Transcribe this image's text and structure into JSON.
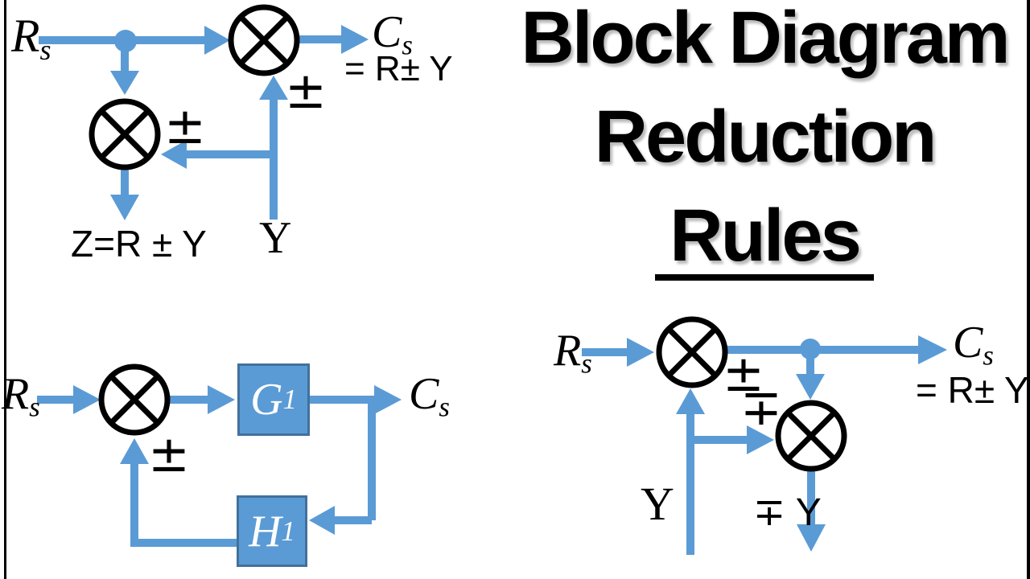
{
  "colors": {
    "accent_blue": "#5B9BD5",
    "block_border": "#41719C",
    "ink": "#000000",
    "background": "#FFFFFF"
  },
  "title": {
    "line1": "Block Diagram",
    "line2": "Reduction",
    "line3": "Rules"
  },
  "top_left_diagram": {
    "input_var": "R",
    "input_sub": "s",
    "main_sum_sign": "±",
    "branch_sum_sign": "±",
    "output_var": "C",
    "output_sub": "s",
    "output_equation": "= R± Y",
    "branch_output_equation": "Z=R ± Y",
    "feedback_label": "Y"
  },
  "bottom_left_diagram": {
    "input_var": "R",
    "input_sub": "s",
    "sum_sign": "±",
    "forward_block_var": "G",
    "forward_block_sub": "1",
    "feedback_block_var": "H",
    "feedback_block_sub": "1",
    "output_var": "C",
    "output_sub": "s"
  },
  "right_diagram": {
    "input_var": "R",
    "input_sub": "s",
    "main_sum_sign": "±",
    "second_sum_sign": "∓",
    "output_var": "C",
    "output_sub": "s",
    "output_equation": "= R± Y",
    "input_label": "Y",
    "second_output_label": "∓ Y"
  }
}
